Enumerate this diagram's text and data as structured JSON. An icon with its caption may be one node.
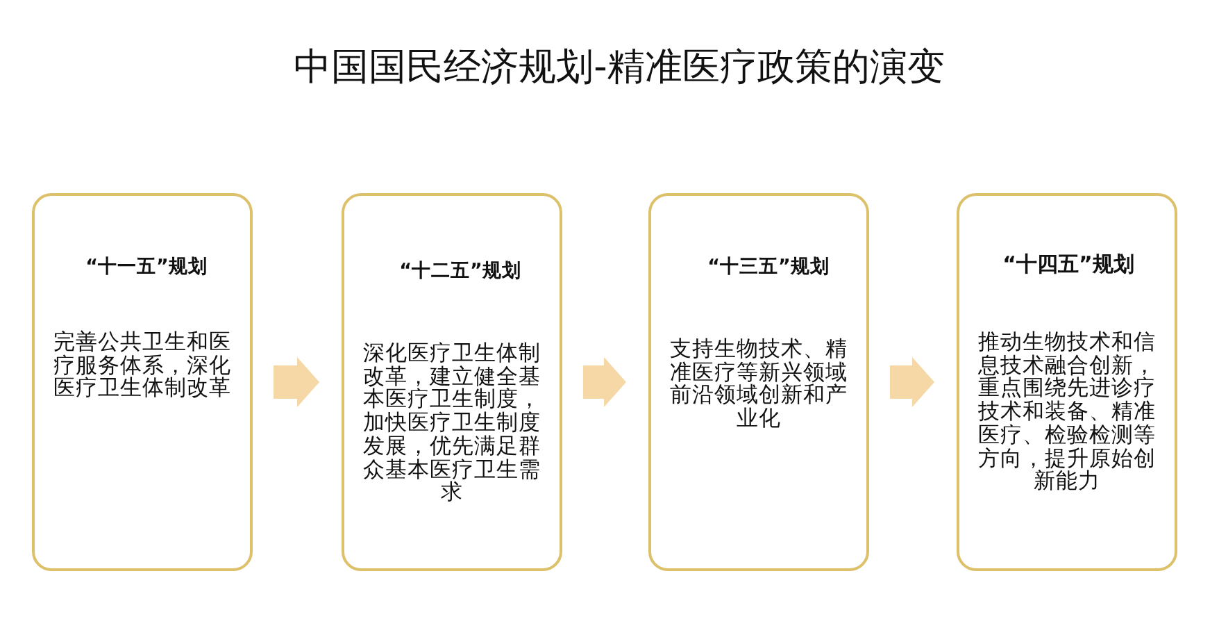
{
  "diagram": {
    "title": "中国国民经济规划-精准医疗政策的演变",
    "nodes": [
      {
        "text": [
          "“十一五”规划",
          "完善公共卫生和医疗服务体系，深化医疗卫生体制改革"
        ]
      },
      {
        "text": [
          "“十二五”规划",
          "深化医疗卫生体制改革，建立健全基本医疗卫生制度，加快医疗卫生制度发展，优先满足群众基本医疗卫生需求"
        ]
      },
      {
        "text": [
          "“十三五”规划",
          "支持生物技术、精准医疗等新兴领域前沿领域创新和产业化"
        ]
      },
      {
        "text": [
          "“十四五”规划",
          "推动生物技术和信息技术融合创新，重点围绕先进诊疗技术和装备、精准医疗、检验检测等方向，提升原始创新能力"
        ]
      }
    ],
    "edges": [
      {
        "from": 0,
        "to": 1,
        "arrow": "to"
      },
      {
        "from": 1,
        "to": 2,
        "arrow": "to"
      },
      {
        "from": 2,
        "to": 3,
        "arrow": "to"
      }
    ]
  }
}
